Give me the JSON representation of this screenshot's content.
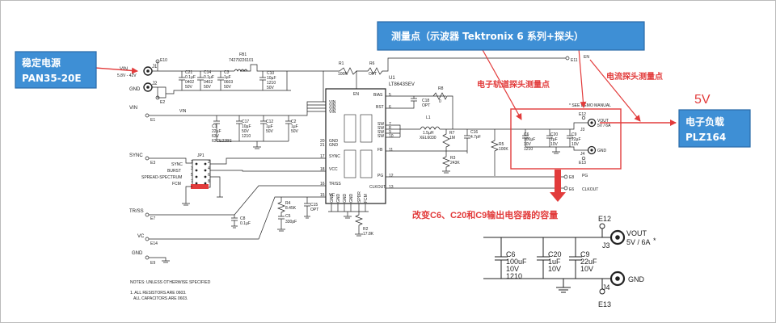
{
  "annotations": {
    "source_title": "稳定电源",
    "source_model": "PAN35-20E",
    "load_title": "电子负载",
    "load_model": "PLZ164",
    "measure_title": "测量点（示波器 Tektronix 6 系列+探头）",
    "rail_probe": "电子轨道探头测量点",
    "current_probe": "电流探头测量点",
    "vout_value": "5V",
    "change_caps": "改变C6、C20和C9输出电容器的容量"
  },
  "ic": {
    "ref": "U1",
    "part": "LT8643SEV",
    "left_pins": [
      "VIN",
      "VIN",
      "VIN",
      "VIN",
      "EN",
      "GND",
      "GND",
      "SYNC",
      "VCC",
      "TR/SS",
      "VC"
    ],
    "left_nums": [
      "1",
      "2",
      "3",
      "4",
      "",
      "20",
      "21",
      "17",
      "18",
      "16",
      "15"
    ],
    "right_pins": [
      "BIAS",
      "BST",
      "SW",
      "SW",
      "SW",
      "SW",
      "FB",
      "PG",
      "CLKOUT"
    ],
    "right_nums": [
      "5",
      "6",
      "7",
      "8",
      "9",
      "10",
      "11",
      "12",
      "13"
    ],
    "top_pin": "EN",
    "bottom_pins": [
      "GND",
      "GND",
      "GND",
      "GND",
      "SPDR",
      "FCM"
    ]
  },
  "terminals": {
    "vin_j1": "VIN",
    "vin_j1_range": "5.8V - 42V",
    "j1": "J1",
    "e10": "E10",
    "j2": "J2",
    "e2": "E2",
    "gnd": "GND",
    "vin_e1": "VIN",
    "e1": "E1",
    "sync": "SYNC",
    "e3": "E3",
    "trss": "TR/SS",
    "e7": "E7",
    "vc": "VC",
    "e14": "E14",
    "gnd_e9": "GND",
    "e9": "E9",
    "en": "EN",
    "e11": "E11",
    "pg": "PG",
    "e8": "E8",
    "clkout": "CLKOUT",
    "e6": "E6",
    "e12": "E12",
    "vout": "VOUT",
    "vout_rating": "5V / 6A",
    "j3": "J3",
    "j4": "J4",
    "gnd_j4": "GND",
    "e13": "E13",
    "vin_net": "VIN",
    "demo_note": "* SEE DEMO MANUAL"
  },
  "components": {
    "fb1": {
      "ref": "FB1",
      "value": "74279226101"
    },
    "c21": {
      "ref": "C21",
      "l1": "0.1µF",
      "l2": "0402",
      "l3": "50V"
    },
    "c14": {
      "ref": "C14",
      "l1": "0.1µF",
      "l2": "0402",
      "l3": "50V"
    },
    "c3": {
      "ref": "C3",
      "l1": "1µF",
      "l2": "0603",
      "l3": "50V"
    },
    "c10": {
      "ref": "C10",
      "l1": "10µF",
      "l2": "1210",
      "l3": "50V"
    },
    "c1": {
      "ref": "C1",
      "l1": "22µF",
      "l2": "63V",
      "l3": "63CE22BS"
    },
    "c17": {
      "ref": "C17",
      "l1": "10µF",
      "l2": "50V",
      "l3": "1210"
    },
    "c12": {
      "ref": "C12",
      "l1": "1µF",
      "l2": "50V"
    },
    "c2": {
      "ref": "C2",
      "l1": "1µF",
      "l2": "50V"
    },
    "r1": {
      "ref": "R1",
      "value": "100K"
    },
    "r6": {
      "ref": "R6",
      "value": "OPT"
    },
    "r8": {
      "ref": "R8",
      "value": "0"
    },
    "c18": {
      "ref": "C18",
      "value": "OPT"
    },
    "l1": {
      "ref": "L1",
      "value": "1.5µH",
      "part": "XEL6030"
    },
    "r7": {
      "ref": "R7",
      "value": "1M"
    },
    "c16": {
      "ref": "C16",
      "value": "4.7pF"
    },
    "r3": {
      "ref": "R3",
      "value": "243K"
    },
    "r5": {
      "ref": "R5",
      "value": "100K"
    },
    "c6": {
      "ref": "C6",
      "l1": "100µF",
      "l2": "10V",
      "l3": "1210"
    },
    "c20": {
      "ref": "C20",
      "l1": "1µF",
      "l2": "10V"
    },
    "c9": {
      "ref": "C9",
      "l1": "22µF",
      "l2": "10V"
    },
    "jp1": {
      "ref": "JP1",
      "labels": [
        "SYNC",
        "BURST",
        "SPREAD-SPECTRUM",
        "FCM"
      ],
      "pins": [
        "1",
        "2",
        "3",
        "4",
        "5",
        "6",
        "7",
        "8"
      ]
    },
    "r4": {
      "ref": "R4",
      "value": "8.45K"
    },
    "c5": {
      "ref": "C5",
      "value": "330pF"
    },
    "c15": {
      "ref": "C15",
      "value": "OPT"
    },
    "c8": {
      "ref": "C8",
      "value": "0.1µF"
    },
    "r2": {
      "ref": "R2",
      "value": "17.8K"
    }
  },
  "notes": {
    "title": "NOTES:  UNLESS OTHERWISE SPECIFIED",
    "n1": "1.  ALL RESISTORS ARE 0603.",
    "n2": "ALL CAPACITORS ARE 0603."
  },
  "zoom": {
    "e12": "E12",
    "vout": "VOUT",
    "rating": "5V / 6A",
    "star": "*",
    "j3": "J3",
    "j4": "J4",
    "gnd": "GND",
    "e13": "E13",
    "c6": {
      "ref": "C6",
      "l1": "100uF",
      "l2": "10V",
      "l3": "1210"
    },
    "c20": {
      "ref": "C20",
      "l1": "1uF",
      "l2": "10V"
    },
    "c9": {
      "ref": "C9",
      "l1": "22uF",
      "l2": "10V"
    }
  },
  "colors": {
    "box_fill": "#3e8fd5",
    "box_stroke": "#2a6aa8",
    "red": "#e23b3b",
    "wire": "#222222"
  }
}
